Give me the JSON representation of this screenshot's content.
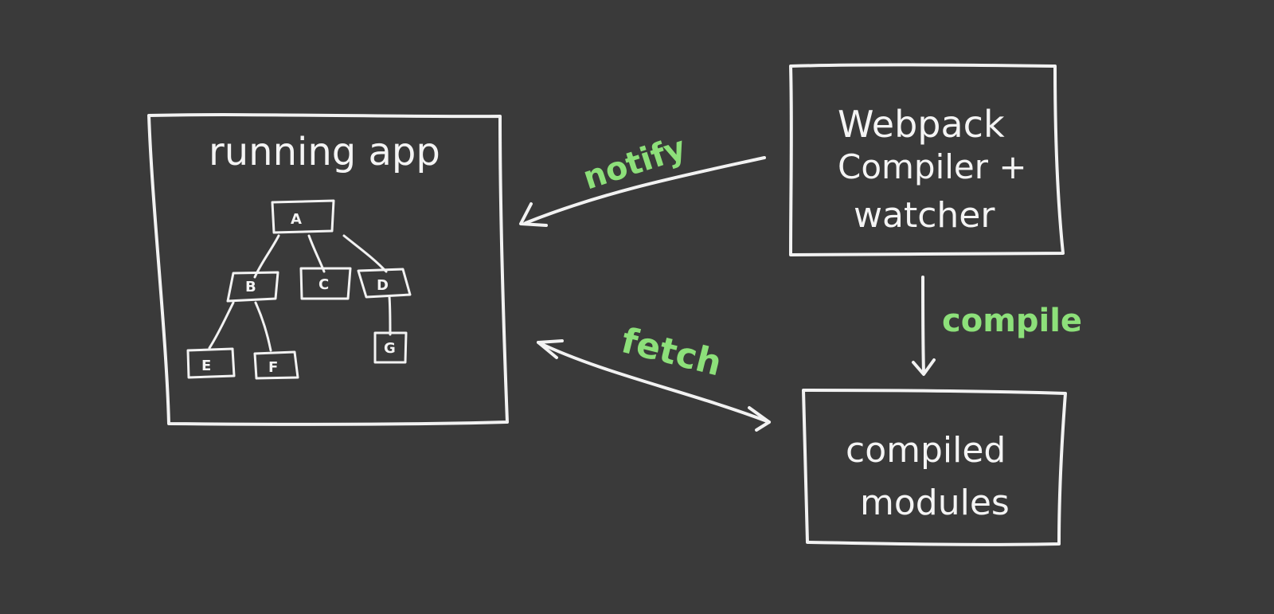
{
  "colors": {
    "background": "#3a3a3a",
    "stroke": "#f2f2f2",
    "accent_label": "#8de07a"
  },
  "running_app": {
    "title": "running app",
    "nodes": {
      "a": "A",
      "b": "B",
      "c": "C",
      "d": "D",
      "e": "E",
      "f": "F",
      "g": "G"
    }
  },
  "webpack": {
    "line1": "Webpack",
    "line2": "Compiler +",
    "line3": "watcher"
  },
  "compiled_modules": {
    "line1": "compiled",
    "line2": "modules"
  },
  "arrows": {
    "notify": "notify",
    "compile": "compile",
    "fetch": "fetch"
  }
}
